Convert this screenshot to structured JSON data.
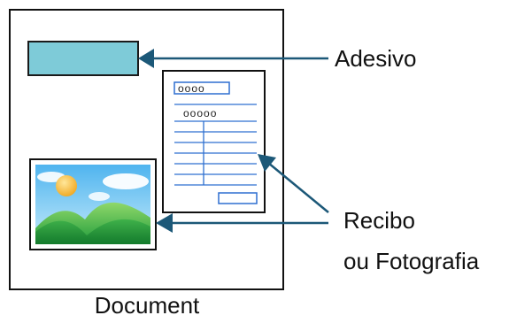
{
  "labels": {
    "sticker": "Adesivo",
    "receipt_line1": "Recibo",
    "receipt_line2": "ou Fotografia",
    "document": "Document"
  },
  "receipt": {
    "field1": "oooo",
    "field2": "ooooo"
  },
  "colors": {
    "sticker_fill": "#7ecbd8",
    "arrow": "#1c5878",
    "receipt_lines": "#2e6fd0",
    "sky_top": "#4fb4ef",
    "sky_bottom": "#b9e4f8",
    "sun": "#f4b93a",
    "hill_dark": "#1f9b3a",
    "hill_light": "#7fcf57"
  },
  "icons": [
    "sticker-rect-icon",
    "receipt-icon",
    "photo-icon",
    "sun-icon",
    "cloud-icon"
  ]
}
